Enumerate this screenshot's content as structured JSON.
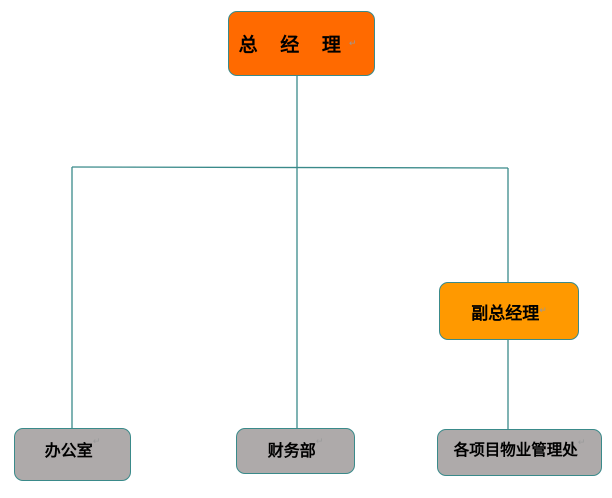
{
  "chart": {
    "root": {
      "label": "总 经 理"
    },
    "vice": {
      "label": "副总经理"
    },
    "departments": [
      {
        "label": "办公室"
      },
      {
        "label": "财务部"
      },
      {
        "label": "各项目物业管理处"
      }
    ],
    "colors": {
      "root": "#ff6a00",
      "vice": "#ff9900",
      "department": "#aeaaaa",
      "connector": "#3a8a8a"
    },
    "paragraph_mark": "↵"
  }
}
